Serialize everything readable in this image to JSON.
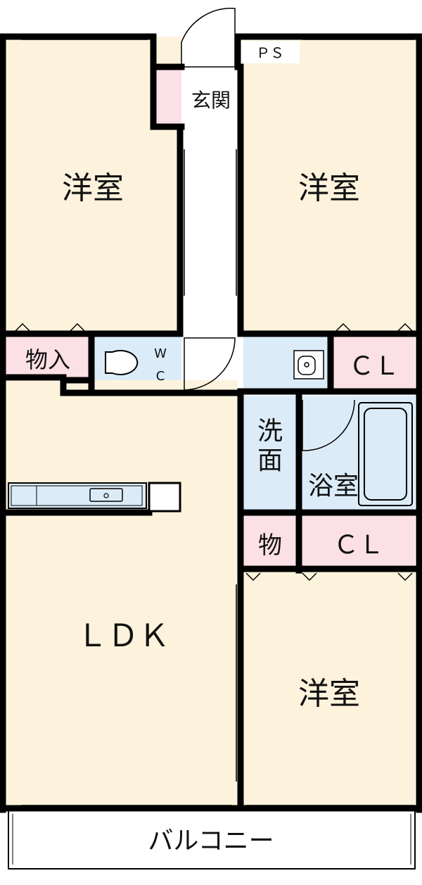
{
  "colors": {
    "room": "#fdf3dd",
    "closet": "#fbe0e6",
    "wet": "#dcebf8",
    "hall": "#ffffff",
    "wall": "#000000"
  },
  "rooms": {
    "western_room_top_left": "洋室",
    "western_room_top_right": "洋室",
    "western_room_bottom_right": "洋室",
    "ldk": "ＬＤＫ",
    "entrance": "玄関",
    "pipe_space": "ＰＳ",
    "storage_left": "物入",
    "toilet_w": "W",
    "toilet_c": "C",
    "closet_upper": "ＣＬ",
    "closet_lower": "ＣＬ",
    "storage_small": "物",
    "washroom_line1": "洗",
    "washroom_line2": "面",
    "bathroom": "浴室",
    "balcony": "バルコニー"
  }
}
